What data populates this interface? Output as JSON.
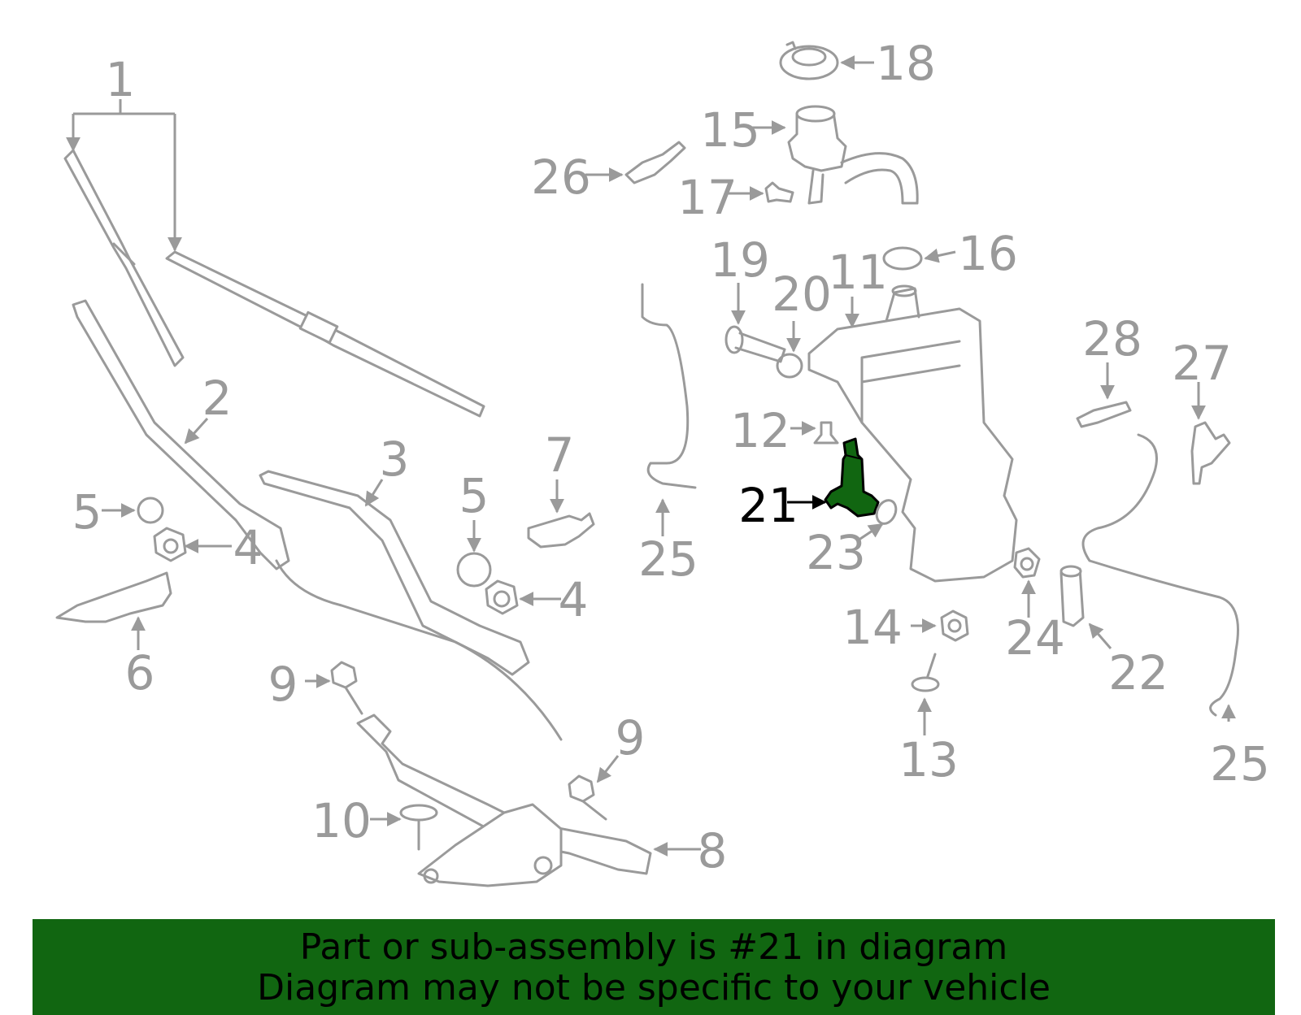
{
  "highlight_color": "#116611",
  "line_color": "#9a9a9a",
  "highlight_callout": "21",
  "callouts": [
    "1",
    "2",
    "3",
    "4",
    "4",
    "5",
    "5",
    "6",
    "7",
    "8",
    "9",
    "9",
    "10",
    "11",
    "12",
    "13",
    "14",
    "15",
    "16",
    "17",
    "18",
    "19",
    "20",
    "21",
    "22",
    "23",
    "24",
    "25",
    "25",
    "26",
    "27",
    "28"
  ],
  "banner": {
    "line1": "Part or sub-assembly is #21 in diagram",
    "line2": "Diagram may not be specific to your vehicle"
  }
}
